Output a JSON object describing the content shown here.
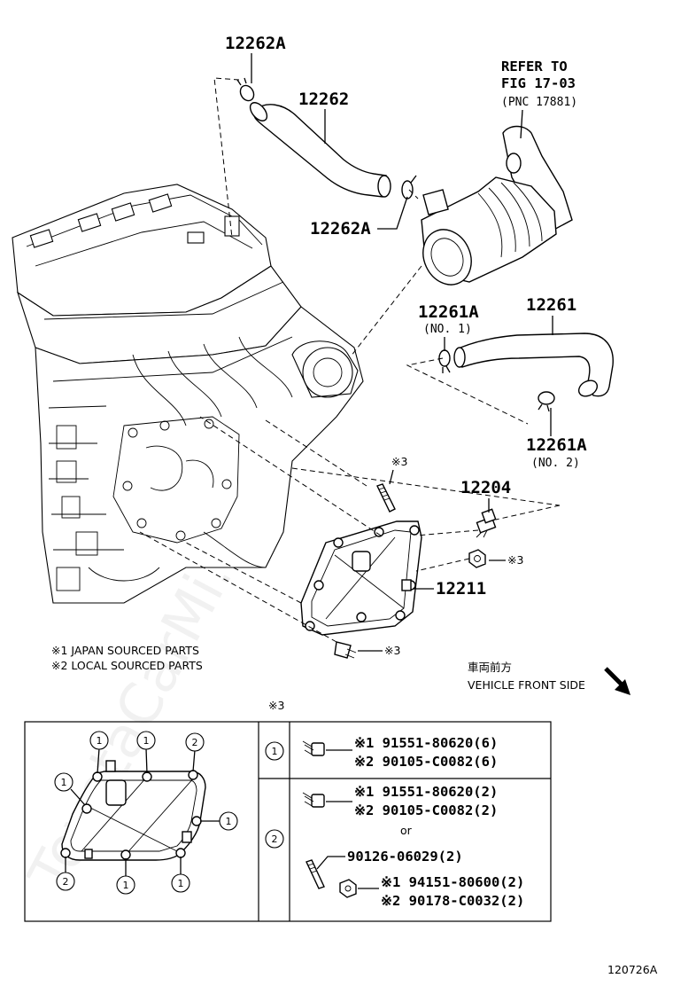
{
  "watermark": "ToyotaCarMi.ru",
  "parts": {
    "clamp_upper_a": "12262A",
    "hose_upper": "12262",
    "clamp_upper_b": "12262A",
    "hose_lower": "12261",
    "clamp_lower_1": "12261A",
    "clamp_lower_1_note": "(NO. 1)",
    "clamp_lower_2": "12261A",
    "clamp_lower_2_note": "(NO. 2)",
    "pcv_valve": "12204",
    "separator_case": "12211",
    "mark_stud": "※3",
    "mark_nut": "※3",
    "mark_bolt": "※3"
  },
  "refer": {
    "line1": "REFER TO",
    "line2": "FIG 17-03",
    "line3": "(PNC 17881)"
  },
  "legend": {
    "japan": "※1 JAPAN SOURCED PARTS",
    "local": "※2 LOCAL SOURCED PARTS"
  },
  "front": {
    "jp": "車両前方",
    "en": "VEHICLE FRONT SIDE"
  },
  "table": {
    "header": "※3",
    "row1": {
      "circle": "1",
      "jp_part": "※1 91551-80620(6)",
      "local_part": "※2 90105-C0082(6)"
    },
    "row2": {
      "circle": "2",
      "jp_part": "※1 91551-80620(2)",
      "local_part": "※2 90105-C0082(2)",
      "or": "or",
      "stud": "90126-06029(2)",
      "nut_jp": "※1 94151-80600(2)",
      "nut_local": "※2 90178-C0032(2)"
    },
    "callouts": [
      "1",
      "1",
      "2",
      "1",
      "1",
      "2",
      "1",
      "1"
    ]
  },
  "figure_id": "120726A"
}
